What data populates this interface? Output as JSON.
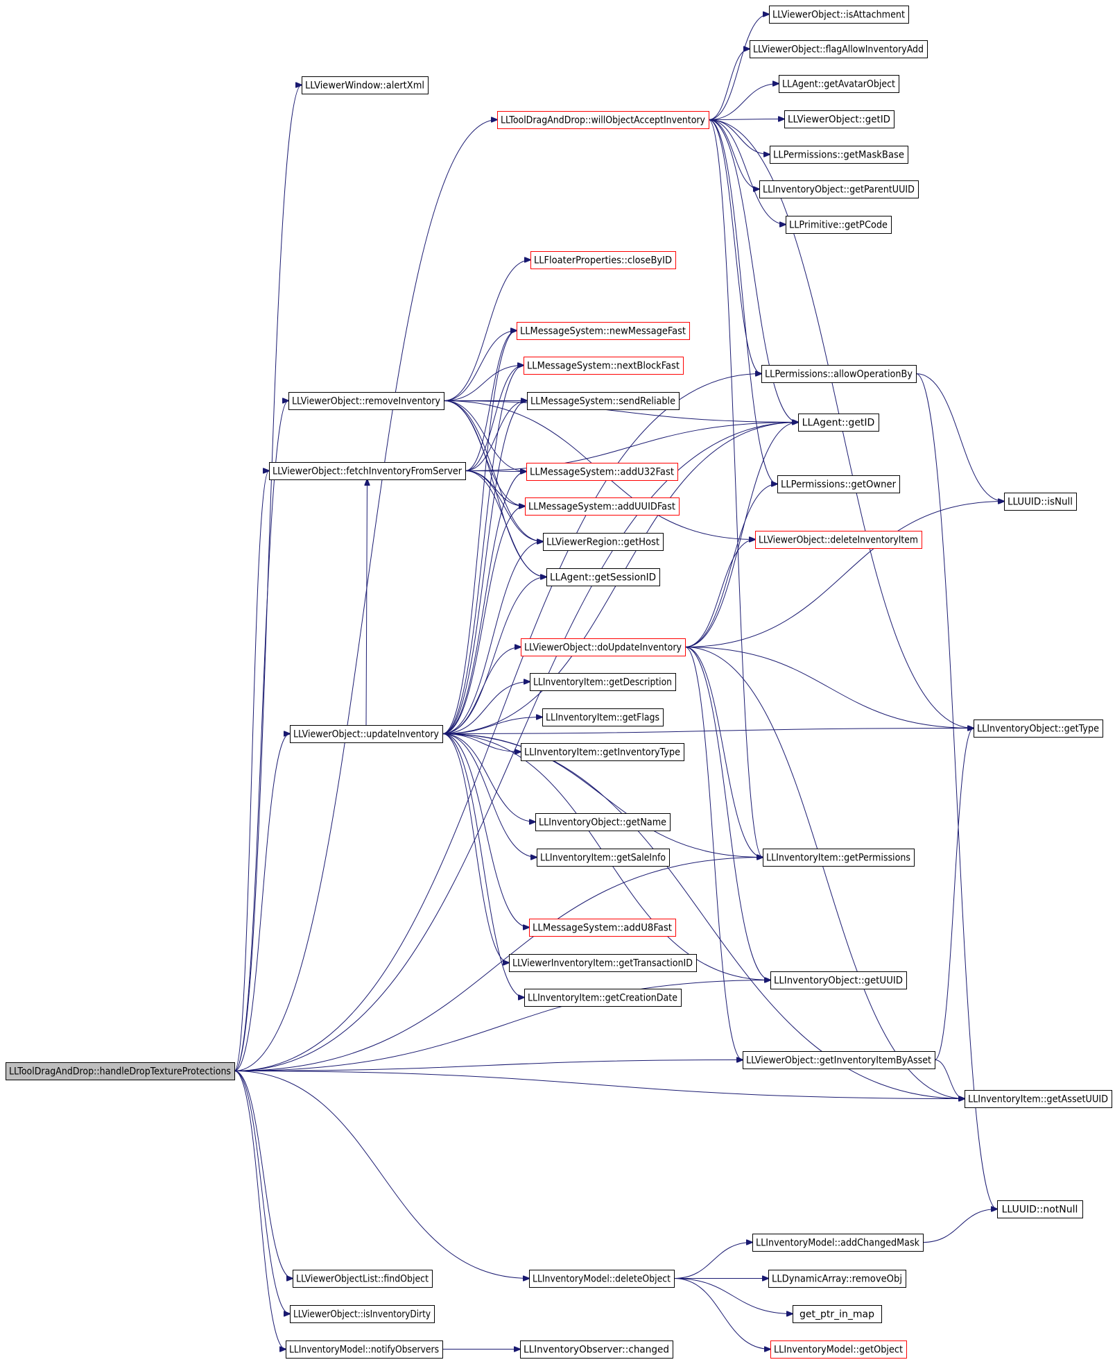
{
  "colors": {
    "edge": "#191970",
    "box_border": "#000000",
    "box_border_truncated": "#ff0000",
    "root_fill": "#bfbfbf",
    "background": "#ffffff"
  },
  "nodes": [
    {
      "id": "root",
      "label": "LLToolDragAndDrop::handleDropTextureProtections",
      "style": "root"
    },
    {
      "id": "alertXml",
      "label": "LLViewerWindow::alertXml",
      "style": "normal"
    },
    {
      "id": "willAccept",
      "label": "LLToolDragAndDrop::willObjectAcceptInventory",
      "style": "red"
    },
    {
      "id": "isAttachment",
      "label": "LLViewerObject::isAttachment",
      "style": "normal"
    },
    {
      "id": "flagAllow",
      "label": "LLViewerObject::flagAllowInventoryAdd",
      "style": "normal"
    },
    {
      "id": "getAvatarObject",
      "label": "LLAgent::getAvatarObject",
      "style": "normal"
    },
    {
      "id": "voGetID",
      "label": "LLViewerObject::getID",
      "style": "normal"
    },
    {
      "id": "getMaskBase",
      "label": "LLPermissions::getMaskBase",
      "style": "normal"
    },
    {
      "id": "getParentUUID",
      "label": "LLInventoryObject::getParentUUID",
      "style": "normal"
    },
    {
      "id": "getPCode",
      "label": "LLPrimitive::getPCode",
      "style": "normal"
    },
    {
      "id": "closeByID",
      "label": "LLFloaterProperties::closeByID",
      "style": "red"
    },
    {
      "id": "newMessageFast",
      "label": "LLMessageSystem::newMessageFast",
      "style": "red"
    },
    {
      "id": "nextBlockFast",
      "label": "LLMessageSystem::nextBlockFast",
      "style": "red"
    },
    {
      "id": "sendReliable",
      "label": "LLMessageSystem::sendReliable",
      "style": "normal"
    },
    {
      "id": "addU32Fast",
      "label": "LLMessageSystem::addU32Fast",
      "style": "red"
    },
    {
      "id": "addUUIDFast",
      "label": "LLMessageSystem::addUUIDFast",
      "style": "red"
    },
    {
      "id": "getHost",
      "label": "LLViewerRegion::getHost",
      "style": "normal"
    },
    {
      "id": "getSessionID",
      "label": "LLAgent::getSessionID",
      "style": "normal"
    },
    {
      "id": "removeInventory",
      "label": "LLViewerObject::removeInventory",
      "style": "normal"
    },
    {
      "id": "fetchInv",
      "label": "LLViewerObject::fetchInventoryFromServer",
      "style": "normal"
    },
    {
      "id": "allowOp",
      "label": "LLPermissions::allowOperationBy",
      "style": "normal"
    },
    {
      "id": "agentGetID",
      "label": "LLAgent::getID",
      "style": "normal"
    },
    {
      "id": "getOwner",
      "label": "LLPermissions::getOwner",
      "style": "normal"
    },
    {
      "id": "deleteInvItem",
      "label": "LLViewerObject::deleteInventoryItem",
      "style": "red"
    },
    {
      "id": "isNull",
      "label": "LLUUID::isNull",
      "style": "normal"
    },
    {
      "id": "doUpdateInv",
      "label": "LLViewerObject::doUpdateInventory",
      "style": "red"
    },
    {
      "id": "getDescription",
      "label": "LLInventoryItem::getDescription",
      "style": "normal"
    },
    {
      "id": "getFlags",
      "label": "LLInventoryItem::getFlags",
      "style": "normal"
    },
    {
      "id": "getInventoryType",
      "label": "LLInventoryItem::getInventoryType",
      "style": "normal"
    },
    {
      "id": "updateInventory",
      "label": "LLViewerObject::updateInventory",
      "style": "normal"
    },
    {
      "id": "getType",
      "label": "LLInventoryObject::getType",
      "style": "normal"
    },
    {
      "id": "getName",
      "label": "LLInventoryObject::getName",
      "style": "normal"
    },
    {
      "id": "getSaleInfo",
      "label": "LLInventoryItem::getSaleInfo",
      "style": "normal"
    },
    {
      "id": "getPermissions",
      "label": "LLInventoryItem::getPermissions",
      "style": "normal"
    },
    {
      "id": "addU8Fast",
      "label": "LLMessageSystem::addU8Fast",
      "style": "red"
    },
    {
      "id": "getTransactionID",
      "label": "LLViewerInventoryItem::getTransactionID",
      "style": "normal"
    },
    {
      "id": "getCreationDate",
      "label": "LLInventoryItem::getCreationDate",
      "style": "normal"
    },
    {
      "id": "getUUID",
      "label": "LLInventoryObject::getUUID",
      "style": "normal"
    },
    {
      "id": "getInvItemByAsset",
      "label": "LLViewerObject::getInventoryItemByAsset",
      "style": "normal"
    },
    {
      "id": "getAssetUUID",
      "label": "LLInventoryItem::getAssetUUID",
      "style": "normal"
    },
    {
      "id": "notNull",
      "label": "LLUUID::notNull",
      "style": "normal"
    },
    {
      "id": "addChangedMask",
      "label": "LLInventoryModel::addChangedMask",
      "style": "normal"
    },
    {
      "id": "findObject",
      "label": "LLViewerObjectList::findObject",
      "style": "normal"
    },
    {
      "id": "deleteObject",
      "label": "LLInventoryModel::deleteObject",
      "style": "normal"
    },
    {
      "id": "removeObj",
      "label": "LLDynamicArray::removeObj",
      "style": "normal"
    },
    {
      "id": "getPtrInMap",
      "label": "get_ptr_in_map",
      "style": "normal"
    },
    {
      "id": "isInventoryDirty",
      "label": "LLViewerObject::isInventoryDirty",
      "style": "normal"
    },
    {
      "id": "getObject",
      "label": "LLInventoryModel::getObject",
      "style": "red"
    },
    {
      "id": "notifyObservers",
      "label": "LLInventoryModel::notifyObservers",
      "style": "normal"
    },
    {
      "id": "changed",
      "label": "LLInventoryObserver::changed",
      "style": "normal"
    }
  ],
  "edges": [
    [
      "root",
      "alertXml"
    ],
    [
      "root",
      "willAccept"
    ],
    [
      "root",
      "removeInventory"
    ],
    [
      "root",
      "fetchInv"
    ],
    [
      "root",
      "updateInventory"
    ],
    [
      "root",
      "allowOp"
    ],
    [
      "root",
      "agentGetID"
    ],
    [
      "root",
      "getPermissions"
    ],
    [
      "root",
      "getUUID"
    ],
    [
      "root",
      "getInvItemByAsset"
    ],
    [
      "root",
      "getAssetUUID"
    ],
    [
      "root",
      "findObject"
    ],
    [
      "root",
      "isInventoryDirty"
    ],
    [
      "root",
      "notifyObservers"
    ],
    [
      "root",
      "deleteObject"
    ],
    [
      "willAccept",
      "isAttachment"
    ],
    [
      "willAccept",
      "flagAllow"
    ],
    [
      "willAccept",
      "getAvatarObject"
    ],
    [
      "willAccept",
      "voGetID"
    ],
    [
      "willAccept",
      "getMaskBase"
    ],
    [
      "willAccept",
      "getParentUUID"
    ],
    [
      "willAccept",
      "getPCode"
    ],
    [
      "willAccept",
      "allowOp"
    ],
    [
      "willAccept",
      "agentGetID"
    ],
    [
      "willAccept",
      "getOwner"
    ],
    [
      "willAccept",
      "getPermissions"
    ],
    [
      "willAccept",
      "getType"
    ],
    [
      "removeInventory",
      "closeByID"
    ],
    [
      "removeInventory",
      "newMessageFast"
    ],
    [
      "removeInventory",
      "nextBlockFast"
    ],
    [
      "removeInventory",
      "sendReliable"
    ],
    [
      "removeInventory",
      "addU32Fast"
    ],
    [
      "removeInventory",
      "addUUIDFast"
    ],
    [
      "removeInventory",
      "getHost"
    ],
    [
      "removeInventory",
      "getSessionID"
    ],
    [
      "removeInventory",
      "agentGetID"
    ],
    [
      "removeInventory",
      "deleteInvItem"
    ],
    [
      "fetchInv",
      "newMessageFast"
    ],
    [
      "fetchInv",
      "nextBlockFast"
    ],
    [
      "fetchInv",
      "sendReliable"
    ],
    [
      "fetchInv",
      "addU32Fast"
    ],
    [
      "fetchInv",
      "addUUIDFast"
    ],
    [
      "fetchInv",
      "getHost"
    ],
    [
      "fetchInv",
      "getSessionID"
    ],
    [
      "fetchInv",
      "agentGetID"
    ],
    [
      "updateInventory",
      "doUpdateInv"
    ],
    [
      "updateInventory",
      "getDescription"
    ],
    [
      "updateInventory",
      "getFlags"
    ],
    [
      "updateInventory",
      "getInventoryType"
    ],
    [
      "updateInventory",
      "getType"
    ],
    [
      "updateInventory",
      "getName"
    ],
    [
      "updateInventory",
      "getSaleInfo"
    ],
    [
      "updateInventory",
      "getPermissions"
    ],
    [
      "updateInventory",
      "addU8Fast"
    ],
    [
      "updateInventory",
      "getTransactionID"
    ],
    [
      "updateInventory",
      "getCreationDate"
    ],
    [
      "updateInventory",
      "fetchInv"
    ],
    [
      "updateInventory",
      "newMessageFast"
    ],
    [
      "updateInventory",
      "nextBlockFast"
    ],
    [
      "updateInventory",
      "sendReliable"
    ],
    [
      "updateInventory",
      "addU32Fast"
    ],
    [
      "updateInventory",
      "addUUIDFast"
    ],
    [
      "updateInventory",
      "getHost"
    ],
    [
      "updateInventory",
      "getSessionID"
    ],
    [
      "updateInventory",
      "agentGetID"
    ],
    [
      "updateInventory",
      "getUUID"
    ],
    [
      "updateInventory",
      "getAssetUUID"
    ],
    [
      "doUpdateInv",
      "agentGetID"
    ],
    [
      "doUpdateInv",
      "getOwner"
    ],
    [
      "doUpdateInv",
      "deleteInvItem"
    ],
    [
      "doUpdateInv",
      "isNull"
    ],
    [
      "doUpdateInv",
      "getType"
    ],
    [
      "doUpdateInv",
      "getPermissions"
    ],
    [
      "doUpdateInv",
      "getUUID"
    ],
    [
      "doUpdateInv",
      "getInvItemByAsset"
    ],
    [
      "doUpdateInv",
      "getAssetUUID"
    ],
    [
      "allowOp",
      "isNull"
    ],
    [
      "allowOp",
      "notNull"
    ],
    [
      "getInvItemByAsset",
      "getType"
    ],
    [
      "getInvItemByAsset",
      "getAssetUUID"
    ],
    [
      "deleteObject",
      "addChangedMask"
    ],
    [
      "deleteObject",
      "removeObj"
    ],
    [
      "deleteObject",
      "getPtrInMap"
    ],
    [
      "deleteObject",
      "getObject"
    ],
    [
      "addChangedMask",
      "notNull"
    ],
    [
      "notifyObservers",
      "changed"
    ]
  ]
}
